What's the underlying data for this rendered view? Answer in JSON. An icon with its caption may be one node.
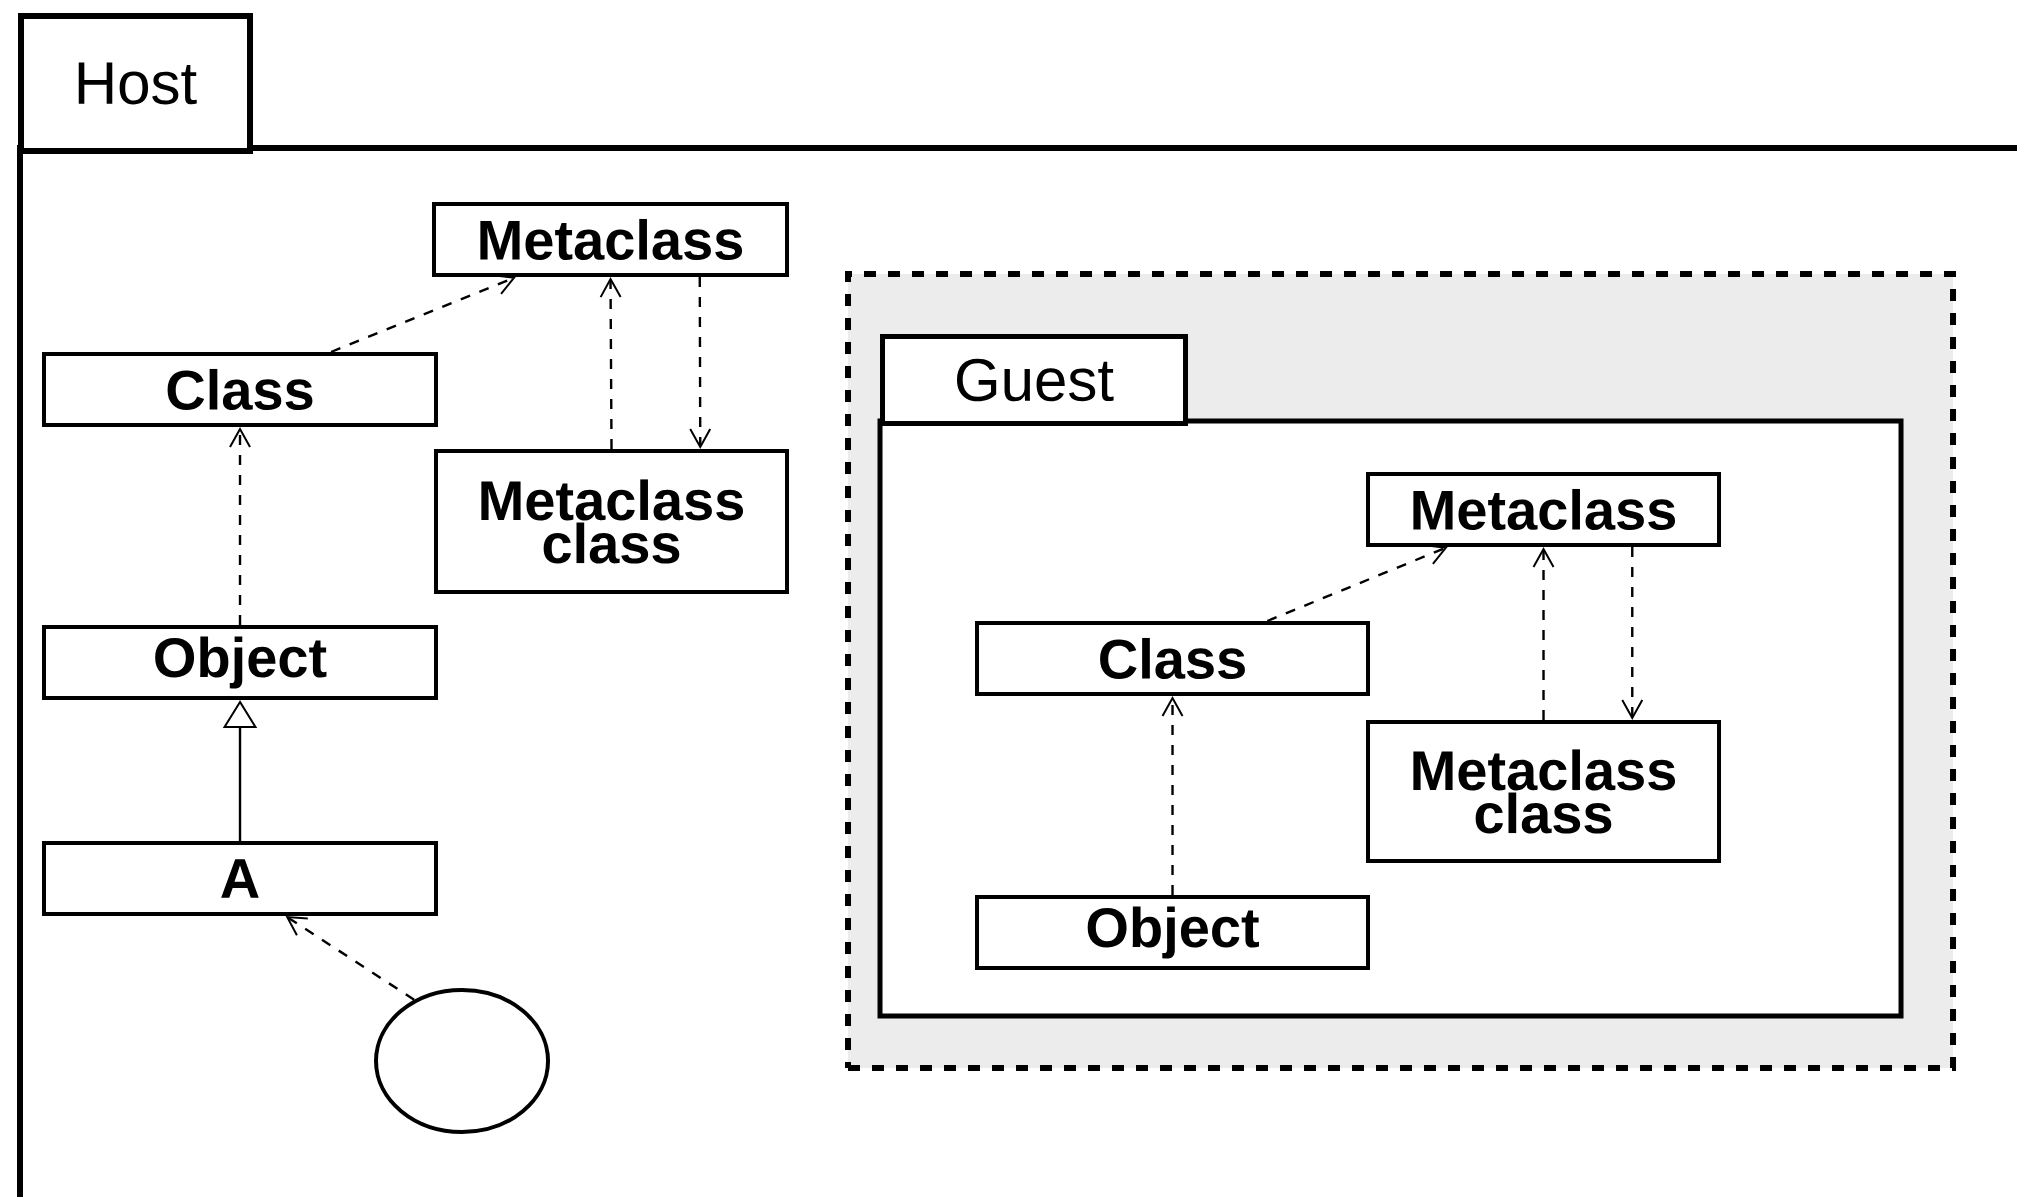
{
  "diagram": {
    "nodes": [
      {
        "text": [
          "Host"
        ]
      },
      {
        "text": [
          "Metaclass"
        ],
        "in": 0
      },
      {
        "text": [
          "Class"
        ],
        "in": 0
      },
      {
        "text": [
          "Metaclass class"
        ],
        "in": 0
      },
      {
        "text": [
          "Object"
        ],
        "in": 0
      },
      {
        "text": [
          "A"
        ],
        "in": 0
      },
      {
        "text": [],
        "shape": "circle",
        "in": 0
      },
      {
        "text": [],
        "shape": "box",
        "in": 0
      },
      {
        "text": [
          "Guest"
        ],
        "in": 7
      },
      {
        "text": [
          "Metaclass"
        ],
        "in": 8
      },
      {
        "text": [
          "Class"
        ],
        "in": 8
      },
      {
        "text": [
          "Metaclass class"
        ],
        "in": 8
      },
      {
        "text": [
          "Object"
        ],
        "in": 8
      }
    ],
    "edges": [
      {
        "from": 2,
        "to": 1,
        "arrow": "to",
        "style": "dashed"
      },
      {
        "from": 3,
        "to": 1,
        "arrow": "to",
        "style": "dashed"
      },
      {
        "from": 1,
        "to": 3,
        "arrow": "to",
        "style": "dashed"
      },
      {
        "from": 4,
        "to": 2,
        "arrow": "to",
        "style": "dashed"
      },
      {
        "from": 5,
        "to": 4,
        "arrow": "to"
      },
      {
        "from": 6,
        "to": 5,
        "arrow": "to",
        "style": "dashed"
      },
      {
        "from": 10,
        "to": 9,
        "arrow": "to",
        "style": "dashed"
      },
      {
        "from": 11,
        "to": 9,
        "arrow": "to",
        "style": "dashed"
      },
      {
        "from": 9,
        "to": 11,
        "arrow": "to",
        "style": "dashed"
      },
      {
        "from": 12,
        "to": 10,
        "arrow": "to",
        "style": "dashed"
      }
    ]
  }
}
